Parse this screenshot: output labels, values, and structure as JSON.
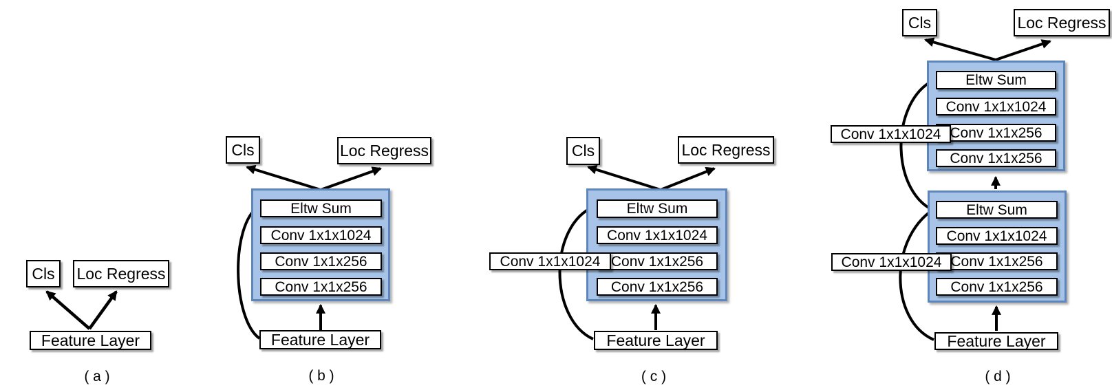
{
  "figure": {
    "type": "network-architecture-diagram",
    "description": "Four prediction module variants with residual blocks"
  },
  "colors": {
    "panel_fill": "#a7c4e8",
    "panel_border": "#5e86ba",
    "box_border": "#000000",
    "wire": "#000000"
  },
  "diagrams": {
    "a": {
      "cls": "Cls",
      "loc": "Loc Regress",
      "feature": "Feature Layer",
      "caption": "( a )"
    },
    "b": {
      "cls": "Cls",
      "loc": "Loc Regress",
      "layers": [
        "Eltw Sum",
        "Conv 1x1x1024",
        "Conv 1x1x256",
        "Conv 1x1x256"
      ],
      "feature": "Feature Layer",
      "caption": "( b )"
    },
    "c": {
      "cls": "Cls",
      "loc": "Loc Regress",
      "layers": [
        "Eltw Sum",
        "Conv 1x1x1024",
        "Conv 1x1x256",
        "Conv 1x1x256"
      ],
      "skip_conv": "Conv 1x1x1024",
      "feature": "Feature Layer",
      "caption": "( c )"
    },
    "d": {
      "cls": "Cls",
      "loc": "Loc Regress",
      "top_layers": [
        "Eltw Sum",
        "Conv 1x1x1024",
        "Conv 1x1x256",
        "Conv 1x1x256"
      ],
      "bottom_layers": [
        "Eltw Sum",
        "Conv 1x1x1024",
        "Conv 1x1x256",
        "Conv 1x1x256"
      ],
      "skip_conv_upper": "Conv 1x1x1024",
      "skip_conv_lower": "Conv 1x1x1024",
      "feature": "Feature Layer",
      "caption": "( d )"
    }
  }
}
